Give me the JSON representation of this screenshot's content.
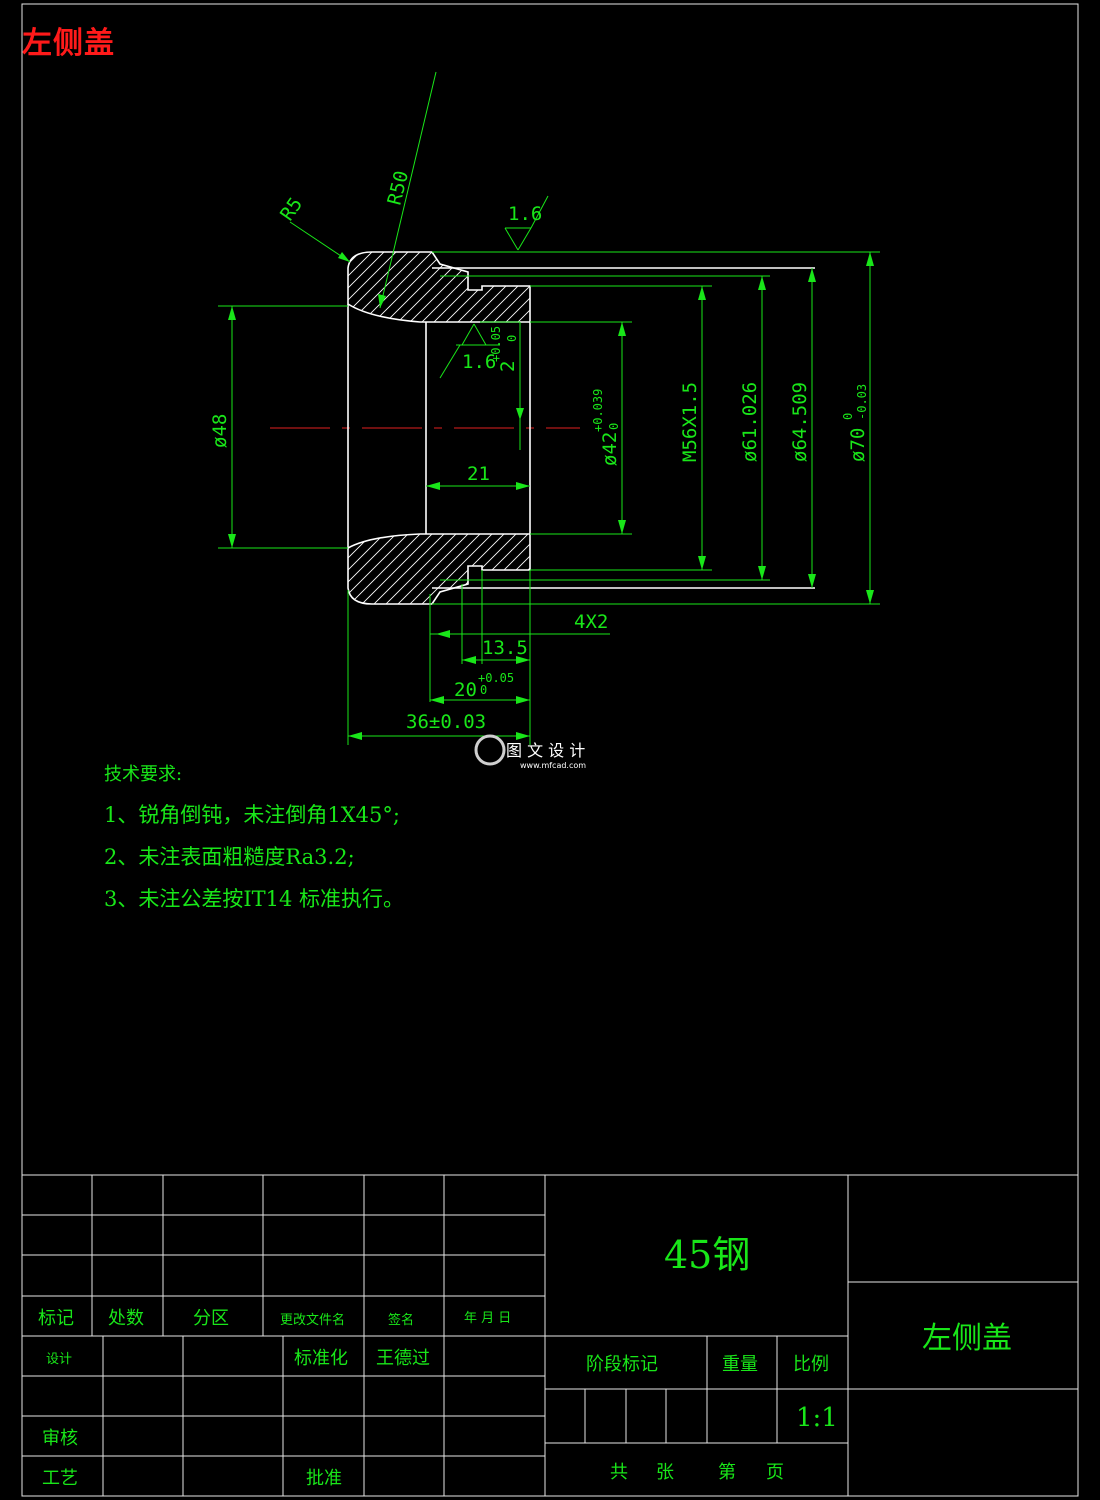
{
  "sheet_title": "左侧盖",
  "dimensions": {
    "r5": "R5",
    "r50": "R50",
    "rough_top": "1.6",
    "rough_inner": "1.6",
    "groove_depth": "2",
    "groove_depth_tol": "+0.05",
    "groove_depth_tol2": "0",
    "d48": "ø48",
    "d42": "ø42",
    "d42_tol_up": "+0.039",
    "d42_tol_low": "0",
    "w21": "21",
    "m56": "M56X1.5",
    "d61": "ø61.026",
    "d64": "ø64.509",
    "d70": "ø70",
    "d70_tol_up": "0",
    "d70_tol_low": "-0.03",
    "chamfer": "4X2",
    "l135": "13.5",
    "l20": "20",
    "l20_tol_up": "+0.05",
    "l20_tol_low": "0",
    "l36": "36±0.03"
  },
  "notes": {
    "heading": "技术要求:",
    "items": [
      "1、锐角倒钝，未注倒角1X45°;",
      "2、未注表面粗糙度Ra3.2;",
      "3、未注公差按IT14 标准执行。"
    ]
  },
  "title_block": {
    "material": "45钢",
    "part_name": "左侧盖",
    "labels": {
      "mark": "标记",
      "count": "处数",
      "zone": "分区",
      "doc": "更改文件名",
      "sign": "签名",
      "date": "年 月 日",
      "design": "设计",
      "standard": "标准化",
      "standard_person": "王德过",
      "review": "审核",
      "process": "工艺",
      "approve": "批准",
      "stage": "阶段标记",
      "weight": "重量",
      "scale": "比例",
      "scale_value": "1:1",
      "total": "共",
      "sheets": "张",
      "page_no": "第",
      "page": "页"
    }
  },
  "watermark": {
    "text": "图 文 设 计",
    "url": "www.mfcad.com"
  }
}
